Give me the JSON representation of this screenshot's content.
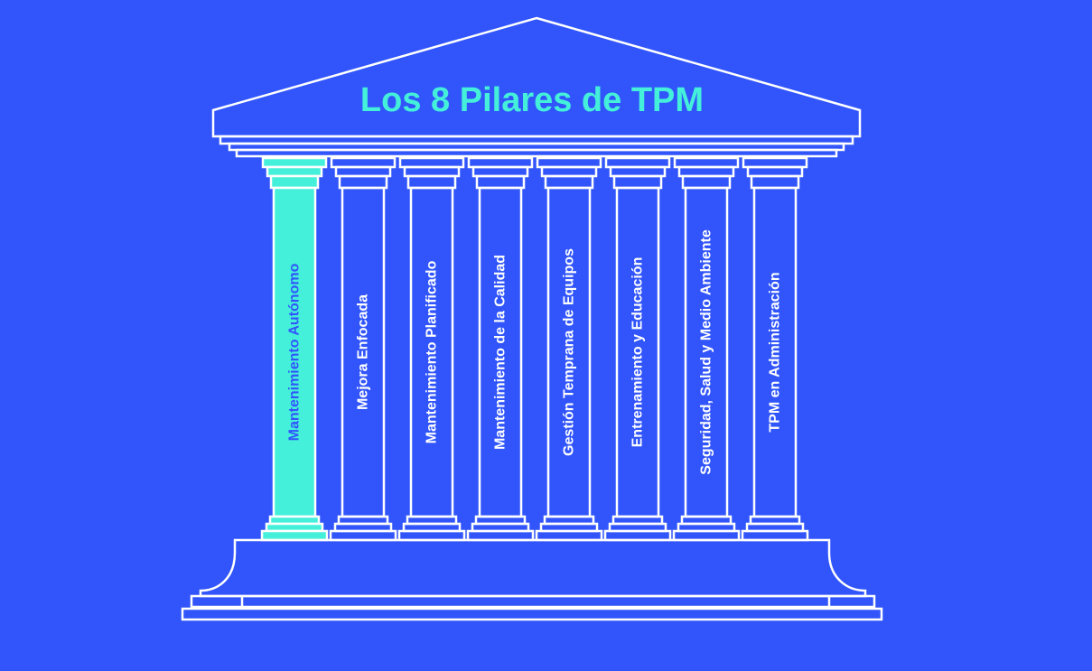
{
  "title": "Los 8 Pilares de TPM",
  "colors": {
    "background": "#3155fb",
    "outline": "#ffffff",
    "accent": "#44f0da",
    "highlight_text": "#3155fb"
  },
  "pillars": [
    {
      "label": "Mantenimiento Autónomo",
      "highlighted": true
    },
    {
      "label": "Mejora Enfocada",
      "highlighted": false
    },
    {
      "label": "Mantenimiento Planificado",
      "highlighted": false
    },
    {
      "label": "Mantenimiento de la Calidad",
      "highlighted": false
    },
    {
      "label": "Gestión Temprana de Equipos",
      "highlighted": false
    },
    {
      "label": "Entrenamiento y Educación",
      "highlighted": false
    },
    {
      "label": "Seguridad, Salud y Medio Ambiente",
      "highlighted": false
    },
    {
      "label": "TPM en Administración",
      "highlighted": false
    }
  ]
}
